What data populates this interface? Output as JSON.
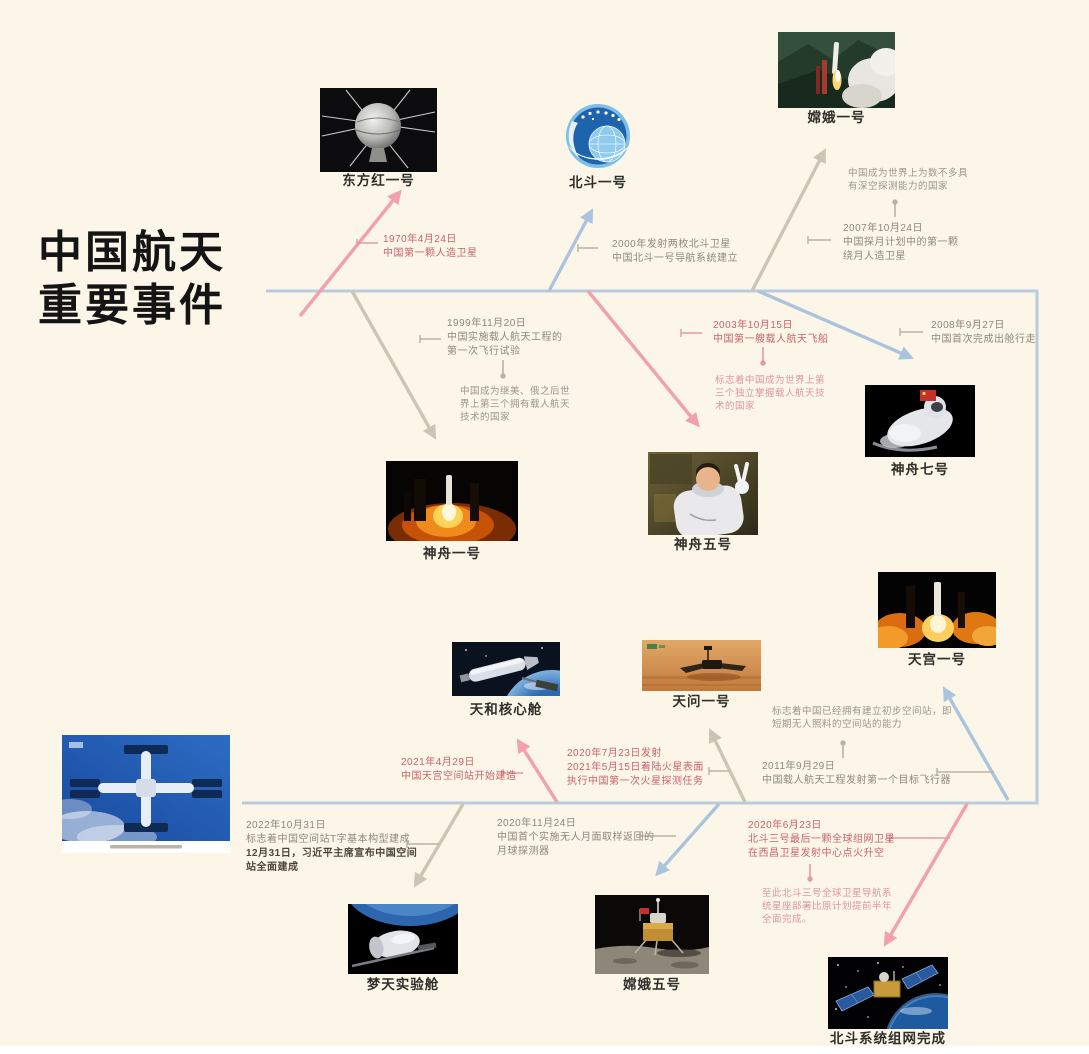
{
  "title": {
    "line1": "中国航天",
    "line2": "重要事件"
  },
  "nodes": {
    "dongfanghong": {
      "label": "东方红一号"
    },
    "beidou1": {
      "label": "北斗一号"
    },
    "change1": {
      "label": "嫦娥一号"
    },
    "shenzhou1": {
      "label": "神舟一号"
    },
    "shenzhou5": {
      "label": "神舟五号"
    },
    "shenzhou7": {
      "label": "神舟七号"
    },
    "tiangong1": {
      "label": "天宫一号"
    },
    "tianhe": {
      "label": "天和核心舱"
    },
    "tianwen1": {
      "label": "天问一号"
    },
    "mengtian": {
      "label": "梦天实验舱"
    },
    "change5": {
      "label": "嫦娥五号"
    },
    "beidou_net": {
      "label": "北斗系统组网完成"
    }
  },
  "notes": {
    "n1970": "1970年4月24日\n中国第一颗人造卫星",
    "n2000": "2000年发射两枚北斗卫星\n中国北斗一号导航系统建立",
    "n2007": "2007年10月24日\n中国探月计划中的第一颗\n绕月人造卫星",
    "d2007": "中国成为世界上为数不多具\n有深空探测能力的国家",
    "n1999": "1999年11月20日\n中国实施载人航天工程的\n第一次飞行试验",
    "d1999": "中国成为继美、俄之后世\n界上第三个拥有载人航天\n技术的国家",
    "n2003": "2003年10月15日\n中国第一艘载人航天飞船",
    "d2003": "标志着中国成为世界上第\n三个独立掌握载人航天技\n术的国家",
    "n2008": "2008年9月27日\n中国首次完成出舱行走",
    "n2011": "2011年9月29日\n中国载人航天工程发射第一个目标飞行器",
    "d2011": "标志着中国已经拥有建立初步空间站，即\n短期无人照料的空间站的能力",
    "n2021": "2021年4月29日\n中国天宫空间站开始建造",
    "n2020_mars": "2020年7月23日发射\n2021年5月15日着陆火星表面\n执行中国第一次火星探测任务",
    "n2022": "2022年10月31日\n标志着中国空间站T字基本构型建成",
    "n2022_bold": "12月31日，习近平主席宣布中国空间\n站全面建成",
    "n2020_moon": "2020年11月24日\n中国首个实施无人月面取样返回的\n月球探测器",
    "n2020_bds": "2020年6月23日\n北斗三号最后一颗全球组网卫星\n在西昌卫星发射中心点火升空",
    "d2020_bds": "至此北斗三号全球卫星导航系\n统星座部署比原计划提前半年\n全面完成。"
  },
  "colors": {
    "background": "#fbf6e7",
    "spine_line": "#b9cbdf",
    "pink_line": "#f1a0ac",
    "gray_line": "#ccc5b4",
    "blue_line": "#abc4de",
    "pink_text": "#cb636c",
    "gray_text": "#8d897b",
    "title_text": "#141414"
  }
}
